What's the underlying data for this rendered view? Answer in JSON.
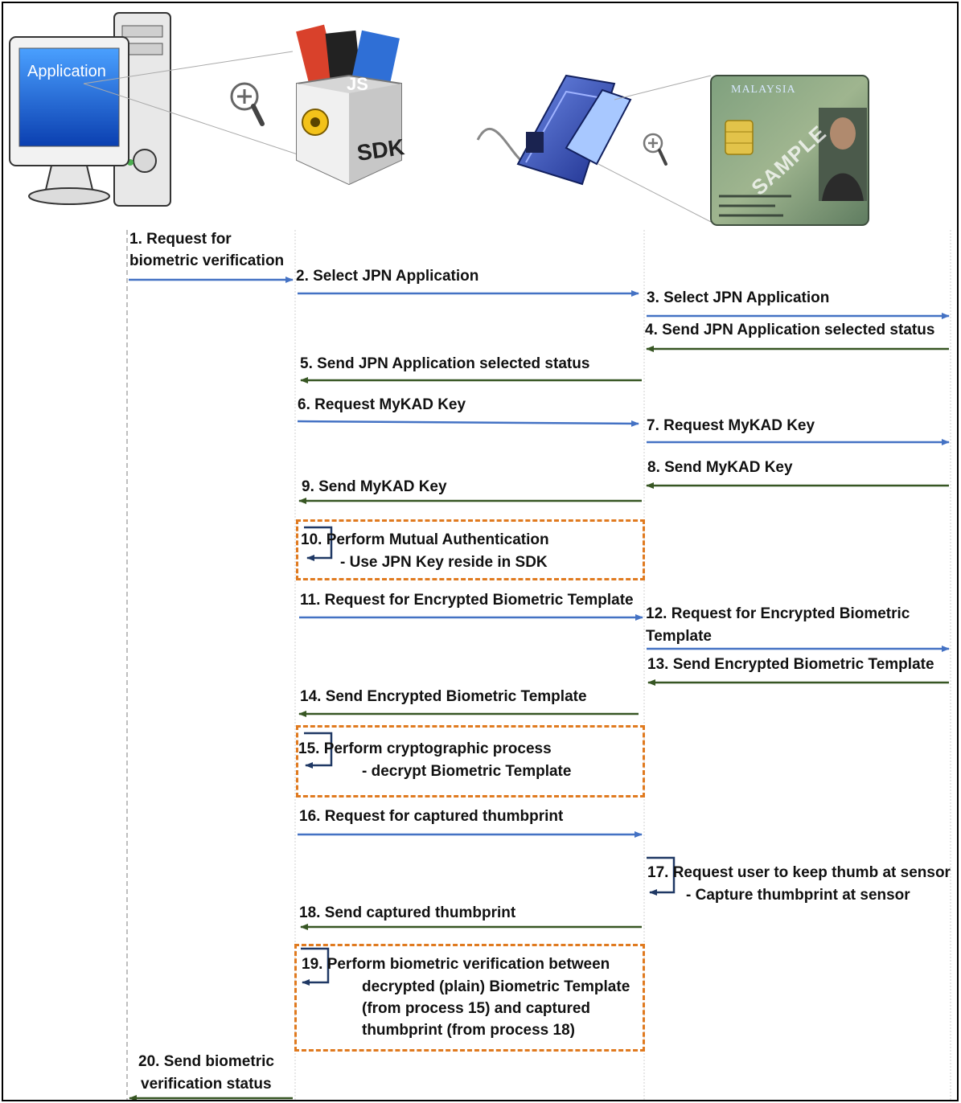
{
  "participants": [
    {
      "name": "application-computer",
      "label": "Application"
    },
    {
      "name": "sdk-box",
      "label": "SDK"
    },
    {
      "name": "card-reader",
      "label": ""
    },
    {
      "name": "mykad-card",
      "label": "MALAYSIA",
      "watermark": "SAMPLE"
    }
  ],
  "sdk_badge": "JS",
  "colors": {
    "request_arrow": "#4472c4",
    "response_arrow": "#375623",
    "self_arrow": "#1f3864",
    "process_box": "#e07a1f",
    "lifeline": "#bfbfbf"
  },
  "messages": [
    {
      "n": 1,
      "text": [
        "1. Request for",
        "biometric verification"
      ],
      "direction": "request",
      "from": "application",
      "to": "sdk"
    },
    {
      "n": 2,
      "text": [
        "2. Select JPN Application"
      ],
      "direction": "request",
      "from": "sdk",
      "to": "reader"
    },
    {
      "n": 3,
      "text": [
        "3. Select JPN Application"
      ],
      "direction": "request",
      "from": "reader",
      "to": "card"
    },
    {
      "n": 4,
      "text": [
        "4. Send JPN Application selected status"
      ],
      "direction": "response",
      "from": "card",
      "to": "reader"
    },
    {
      "n": 5,
      "text": [
        "5. Send JPN Application selected status"
      ],
      "direction": "response",
      "from": "reader",
      "to": "sdk"
    },
    {
      "n": 6,
      "text": [
        "6. Request MyKAD Key"
      ],
      "direction": "request",
      "from": "sdk",
      "to": "reader"
    },
    {
      "n": 7,
      "text": [
        "7. Request MyKAD Key"
      ],
      "direction": "request",
      "from": "reader",
      "to": "card"
    },
    {
      "n": 8,
      "text": [
        "8. Send MyKAD Key"
      ],
      "direction": "response",
      "from": "card",
      "to": "reader"
    },
    {
      "n": 9,
      "text": [
        "9. Send MyKAD Key"
      ],
      "direction": "response",
      "from": "reader",
      "to": "sdk"
    },
    {
      "n": 10,
      "text": [
        "10. Perform Mutual Authentication",
        "- Use JPN Key reside in SDK"
      ],
      "direction": "self",
      "at": "sdk"
    },
    {
      "n": 11,
      "text": [
        "11. Request for Encrypted Biometric Template"
      ],
      "direction": "request",
      "from": "sdk",
      "to": "reader"
    },
    {
      "n": 12,
      "text": [
        "12. Request for Encrypted Biometric",
        "Template"
      ],
      "direction": "request",
      "from": "reader",
      "to": "card"
    },
    {
      "n": 13,
      "text": [
        "13. Send Encrypted Biometric Template"
      ],
      "direction": "response",
      "from": "card",
      "to": "reader"
    },
    {
      "n": 14,
      "text": [
        "14. Send Encrypted Biometric Template"
      ],
      "direction": "response",
      "from": "reader",
      "to": "sdk"
    },
    {
      "n": 15,
      "text": [
        "15. Perform cryptographic process",
        "- decrypt Biometric Template"
      ],
      "direction": "self",
      "at": "sdk"
    },
    {
      "n": 16,
      "text": [
        "16. Request for captured thumbprint"
      ],
      "direction": "request",
      "from": "sdk",
      "to": "reader"
    },
    {
      "n": 17,
      "text": [
        "17. Request user to keep thumb at sensor",
        "- Capture thumbprint at sensor"
      ],
      "direction": "self",
      "at": "reader"
    },
    {
      "n": 18,
      "text": [
        "18. Send captured thumbprint"
      ],
      "direction": "response",
      "from": "reader",
      "to": "sdk"
    },
    {
      "n": 19,
      "text": [
        "19. Perform biometric verification between",
        "decrypted (plain) Biometric Template",
        "(from process 15) and captured",
        "thumbprint (from process 18)"
      ],
      "direction": "self",
      "at": "sdk"
    },
    {
      "n": 20,
      "text": [
        "20. Send biometric",
        "verification status"
      ],
      "direction": "response",
      "from": "sdk",
      "to": "application"
    }
  ]
}
